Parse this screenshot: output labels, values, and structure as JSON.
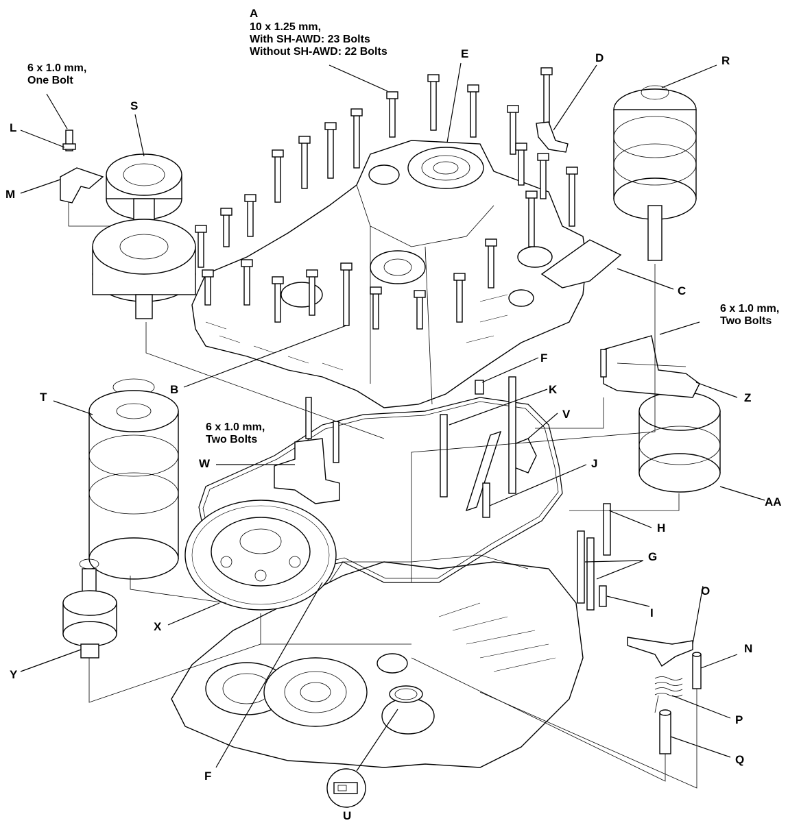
{
  "callouts": {
    "A": "A",
    "A_line1": "10 x 1.25 mm,",
    "A_line2": "With SH-AWD: 23 Bolts",
    "A_line3": "Without SH-AWD: 22 Bolts",
    "B": "B",
    "C": "C",
    "D": "D",
    "E": "E",
    "F_top": "F",
    "F_bottom": "F",
    "G": "G",
    "H": "H",
    "I": "I",
    "J": "J",
    "K": "K",
    "L": "L",
    "M": "M",
    "N": "N",
    "O": "O",
    "P": "P",
    "Q": "Q",
    "R": "R",
    "S": "S",
    "T": "T",
    "U": "U",
    "V": "V",
    "W": "W",
    "X": "X",
    "Y": "Y",
    "Z": "Z",
    "AA": "AA"
  },
  "notes": {
    "l_bolt_line1": "6 x 1.0 mm,",
    "l_bolt_line2": "One Bolt",
    "z_bolts_line1": "6 x 1.0 mm,",
    "z_bolts_line2": "Two Bolts",
    "w_bolts_line1": "6 x 1.0 mm,",
    "w_bolts_line2": "Two Bolts"
  }
}
